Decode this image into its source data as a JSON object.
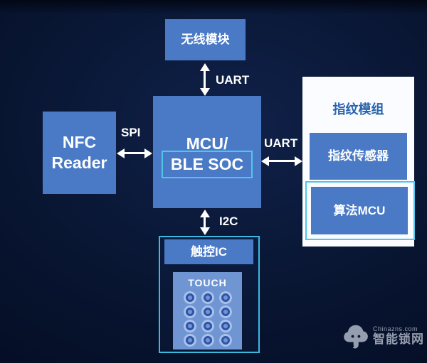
{
  "diagram": {
    "wireless_module": {
      "label": "无线模块"
    },
    "mcu": {
      "line1": "MCU/",
      "line2": "BLE SOC"
    },
    "nfc_reader": {
      "line1": "NFC",
      "line2": "Reader"
    },
    "fingerprint": {
      "title": "指纹模组",
      "sensor_label": "指纹传感器",
      "algo_label": "算法MCU"
    },
    "touch": {
      "ic_label": "触控IC",
      "panel_label": "TOUCH",
      "keypad_rows": 4,
      "keypad_cols": 3
    }
  },
  "buses": {
    "uart_top": "UART",
    "spi": "SPI",
    "uart_right": "UART",
    "i2c": "I2C"
  },
  "watermark": {
    "site": "Chinazns.com",
    "brand": "智能锁网"
  },
  "colors": {
    "background": "#081531",
    "background_highlight": "#102149",
    "background_low": "#050e26",
    "node_fill": "#4a7ac6",
    "keypad_fill": "#7095d3",
    "accent_cyan": "#4fc7ec",
    "touch_accent": "#3cb8de",
    "panel_white": "#fafcff",
    "title_blue": "#2a63ae",
    "ring_dark": "#2d55a8",
    "ring_light": "#a9c0ea",
    "arrow_white": "#ffffff"
  }
}
